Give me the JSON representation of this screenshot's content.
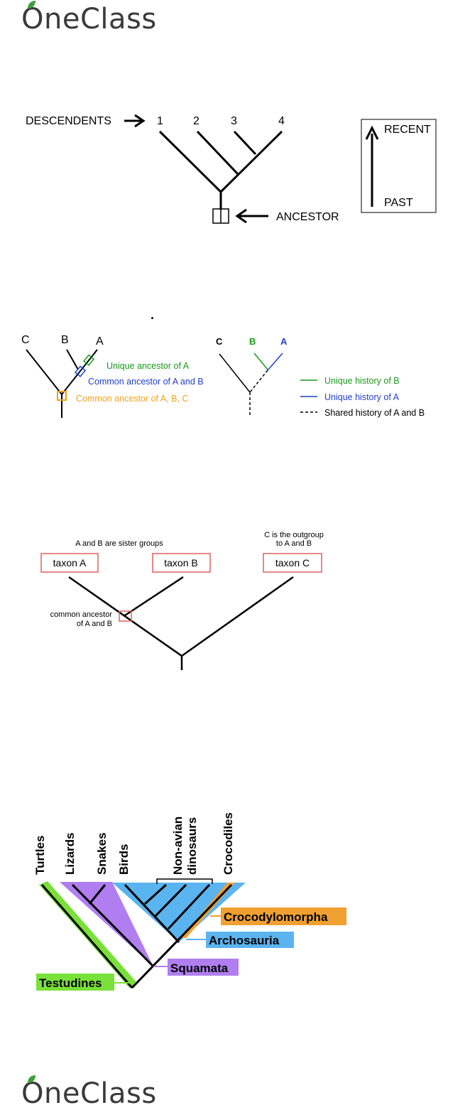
{
  "brand": {
    "logo_text": "OneClass",
    "leaf_color": "#3aa13a"
  },
  "figure1": {
    "descendents_label": "DESCENDENTS",
    "taxa": [
      "1",
      "2",
      "3",
      "4"
    ],
    "ancestor_label": "ANCESTOR",
    "recent_label": "RECENT",
    "past_label": "PAST"
  },
  "figure2": {
    "dot": ".",
    "left_taxa": [
      "C",
      "B",
      "A"
    ],
    "unique_ancestor_a": "Unique ancestor of A",
    "common_ancestor_ab": "Common ancestor of A and B",
    "common_ancestor_abc": "Common ancestor of A, B, C",
    "right_taxa": [
      "C",
      "B",
      "A"
    ],
    "legend": [
      {
        "label": "Unique history of B",
        "color": "#1a9a1a"
      },
      {
        "label": "Unique history of A",
        "color": "#1f3fd0"
      },
      {
        "label": "Shared history of A and B",
        "color": "#000000"
      }
    ],
    "colors": {
      "green": "#1a9a1a",
      "blue": "#1f3fd0",
      "orange": "#f0a020"
    }
  },
  "figure3": {
    "sister_note": "A and B are sister groups",
    "outgroup_note_line1": "C is the outgroup",
    "outgroup_note_line2": "to A and B",
    "taxon_a": "taxon A",
    "taxon_b": "taxon B",
    "taxon_c": "taxon C",
    "ancestor_note_line1": "common ancestor",
    "ancestor_note_line2": "of A and B",
    "box_color": "#e06060"
  },
  "figure4": {
    "taxa": [
      "Turtles",
      "Lizards",
      "Snakes",
      "Birds",
      "Non-avian",
      "dinosaurs",
      "Crocodiles"
    ],
    "clades": [
      {
        "label": "Crocodylomorpha",
        "color": "#f0a030"
      },
      {
        "label": "Archosauria",
        "color": "#5ab4f0"
      },
      {
        "label": "Squamata",
        "color": "#b07ef0"
      },
      {
        "label": "Testudines",
        "color": "#7ae03a"
      }
    ]
  }
}
